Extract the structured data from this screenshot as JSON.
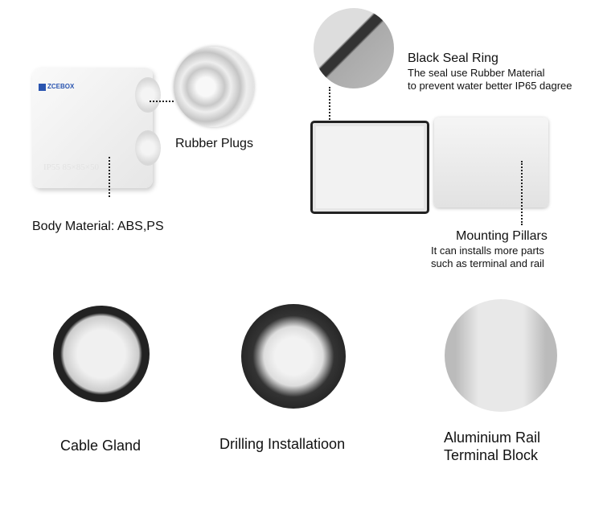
{
  "product": {
    "logo_text": "ZCEBOX",
    "embossed_text": "IP55 85×85×50"
  },
  "labels": {
    "rubber_plugs": "Rubber Plugs",
    "body_material": "Body Material: ABS,PS",
    "seal_title": "Black Seal Ring",
    "seal_line1": "The seal use Rubber Material",
    "seal_line2": "to prevent water better IP65 dagree",
    "pillars_title": "Mounting Pillars",
    "pillars_line1": "It can installs more parts",
    "pillars_line2": "such as terminal and rail"
  },
  "features": [
    {
      "label": "Cable Gland"
    },
    {
      "label": "Drilling Installatioon"
    },
    {
      "label": "Aluminium Rail",
      "label2": "Terminal Block"
    }
  ]
}
